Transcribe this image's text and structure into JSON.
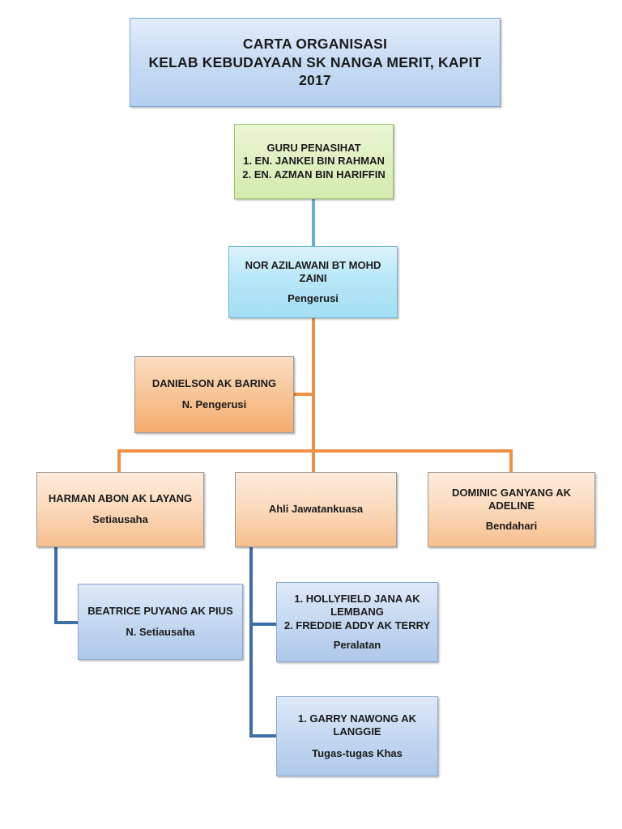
{
  "chart_data": {
    "type": "diagram",
    "diagram_type": "organization-chart",
    "title": "CARTA ORGANISASI KELAB KEBUDAYAAN SK NANGA MERIT, KAPIT 2017",
    "nodes": [
      {
        "id": "title",
        "lines": [
          "CARTA ORGANISASI",
          "KELAB KEBUDAYAAN SK NANGA MERIT, KAPIT",
          "2017"
        ],
        "color": "#c8dcf4"
      },
      {
        "id": "advisor",
        "lines": [
          "GURU PENASIHAT",
          "1. EN. JANKEI BIN RAHMAN",
          "2. EN. AZMAN BIN HARIFFIN"
        ],
        "color": "#ddf0bf"
      },
      {
        "id": "chair",
        "lines": [
          "NOR AZILAWANI BT MOHD ZAINI",
          "Pengerusi"
        ],
        "color": "#b8e7f7"
      },
      {
        "id": "vice",
        "lines": [
          "DANIELSON AK BARING",
          "N. Pengerusi"
        ],
        "color": "#f8c89c"
      },
      {
        "id": "sec",
        "lines": [
          "HARMAN ABON AK LAYANG",
          "Setiausaha"
        ],
        "color": "#fbd9bb"
      },
      {
        "id": "comm",
        "lines": [
          "Ahli Jawatankuasa"
        ],
        "color": "#fbd9bb"
      },
      {
        "id": "treas",
        "lines": [
          "DOMINIC GANYANG AK ADELINE",
          "Bendahari"
        ],
        "color": "#fbd9bb"
      },
      {
        "id": "asstsec",
        "lines": [
          "BEATRICE PUYANG AK PIUS",
          "N. Setiausaha"
        ],
        "color": "#c5d8f1"
      },
      {
        "id": "equip",
        "lines": [
          "1. HOLLYFIELD JANA AK LEMBANG",
          "2. FREDDIE ADDY AK TERRY",
          "Peralatan"
        ],
        "color": "#c5d8f1"
      },
      {
        "id": "special",
        "lines": [
          "1. GARRY NAWONG AK LANGGIE",
          "Tugas-tugas Khas"
        ],
        "color": "#c5d8f1"
      }
    ],
    "edges": [
      {
        "from": "advisor",
        "to": "chair",
        "color": "#67b4cd"
      },
      {
        "from": "chair",
        "to": "vice",
        "color": "#ef9144"
      },
      {
        "from": "chair",
        "to": "sec",
        "color": "#ef9144"
      },
      {
        "from": "chair",
        "to": "comm",
        "color": "#ef9144"
      },
      {
        "from": "chair",
        "to": "treas",
        "color": "#ef9144"
      },
      {
        "from": "sec",
        "to": "asstsec",
        "color": "#3d6ea8"
      },
      {
        "from": "comm",
        "to": "equip",
        "color": "#3d6ea8"
      },
      {
        "from": "comm",
        "to": "special",
        "color": "#3d6ea8"
      }
    ]
  },
  "title_box": {
    "line1": "CARTA ORGANISASI",
    "line2": "KELAB KEBUDAYAAN SK NANGA MERIT, KAPIT",
    "line3": "2017"
  },
  "advisor_box": {
    "heading": "GURU PENASIHAT",
    "item1": "1. EN. JANKEI BIN RAHMAN",
    "item2": "2. EN. AZMAN BIN HARIFFIN"
  },
  "chair_box": {
    "name_line1": "NOR AZILAWANI BT MOHD",
    "name_line2": "ZAINI",
    "role": "Pengerusi"
  },
  "vice_chair_box": {
    "name": "DANIELSON AK BARING",
    "role": "N. Pengerusi"
  },
  "secretary_box": {
    "name": "HARMAN ABON AK LAYANG",
    "role": "Setiausaha"
  },
  "committee_box": {
    "name": "Ahli Jawatankuasa"
  },
  "treasurer_box": {
    "name_line1": "DOMINIC GANYANG AK",
    "name_line2": "ADELINE",
    "role": "Bendahari"
  },
  "asst_secretary_box": {
    "name": "BEATRICE PUYANG AK PIUS",
    "role": "N. Setiausaha"
  },
  "equipment_box": {
    "item1_line1": "1. HOLLYFIELD JANA AK",
    "item1_line2": "LEMBANG",
    "item2": "2. FREDDIE ADDY AK TERRY",
    "role": "Peralatan"
  },
  "special_tasks_box": {
    "item1_line1": "1. GARRY NAWONG AK",
    "item1_line2": "LANGGIE",
    "role": "Tugas-tugas Khas"
  },
  "colors": {
    "title_fill": "#c8dcf4",
    "advisor_fill": "#ddf0bf",
    "chair_fill": "#b8e7f7",
    "orange_fill": "#fbd9bb",
    "blue_fill": "#c5d8f1",
    "connector_cyan": "#67b4cd",
    "connector_orange": "#ef9144",
    "connector_blue": "#3d6ea8"
  }
}
